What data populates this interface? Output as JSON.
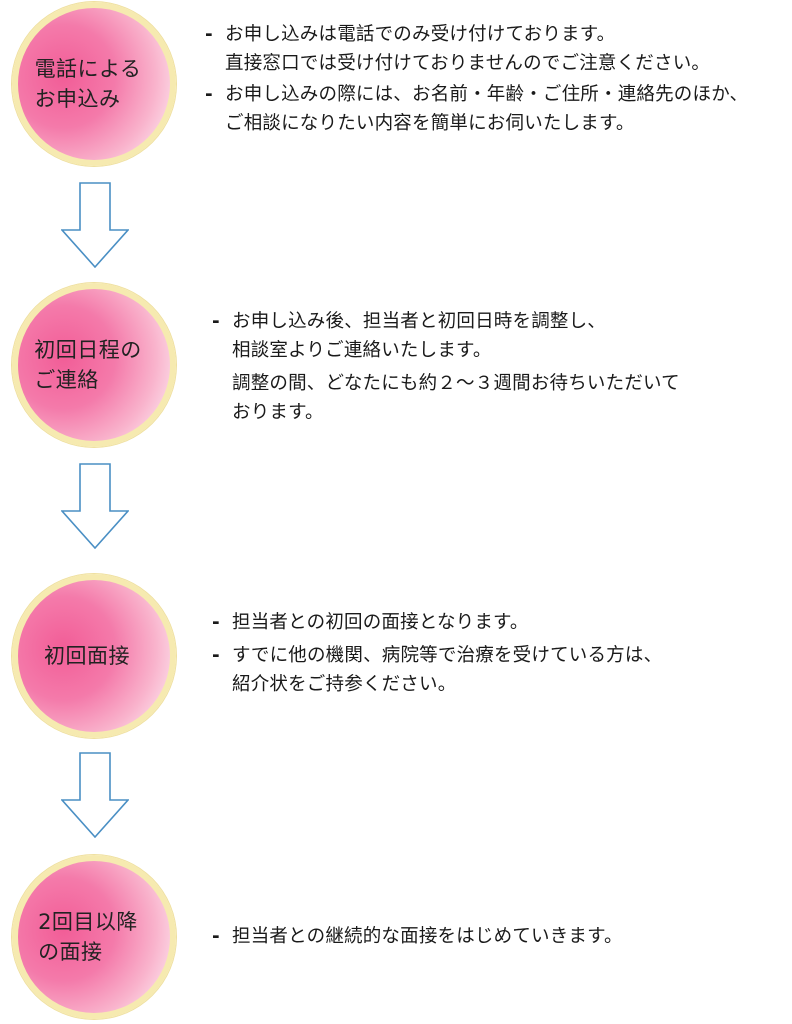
{
  "steps": [
    {
      "label": "電話による\nお申込み",
      "bullets": [
        {
          "lines": [
            "お申し込みは電話でのみ受け付けております。",
            "直接窓口では受け付けておりませんのでご注意ください。"
          ]
        },
        {
          "lines": [
            "お申し込みの際には、お名前・年齢・ご住所・連絡先のほか、",
            "ご相談になりたい内容を簡単にお伺いたします。"
          ]
        }
      ]
    },
    {
      "label": "初回日程の\nご連絡",
      "bullets": [
        {
          "lines": [
            "お申し込み後、担当者と初回日時を調整し、",
            "相談室よりご連絡いたします。"
          ]
        }
      ],
      "note": [
        "調整の間、どなたにも約２〜３週間お待ちいただいて",
        "おります。"
      ]
    },
    {
      "label": "初回面接",
      "bullets": [
        {
          "lines": [
            "担当者との初回の面接となります。"
          ]
        },
        {
          "lines": [
            "すでに他の機関、病院等で治療を受けている方は、",
            "紹介状をご持参ください。"
          ]
        }
      ]
    },
    {
      "label": "2回目以降\nの面接",
      "bullets": [
        {
          "lines": [
            "担当者との継続的な面接をはじめていきます。"
          ]
        }
      ]
    }
  ],
  "bullet_marker": "-",
  "colors": {
    "circle_pink": "#f25d97",
    "circle_ring": "#f6eab0",
    "arrow_stroke": "#4a8fc4"
  },
  "icons": {
    "arrow": "down-arrow-icon"
  }
}
